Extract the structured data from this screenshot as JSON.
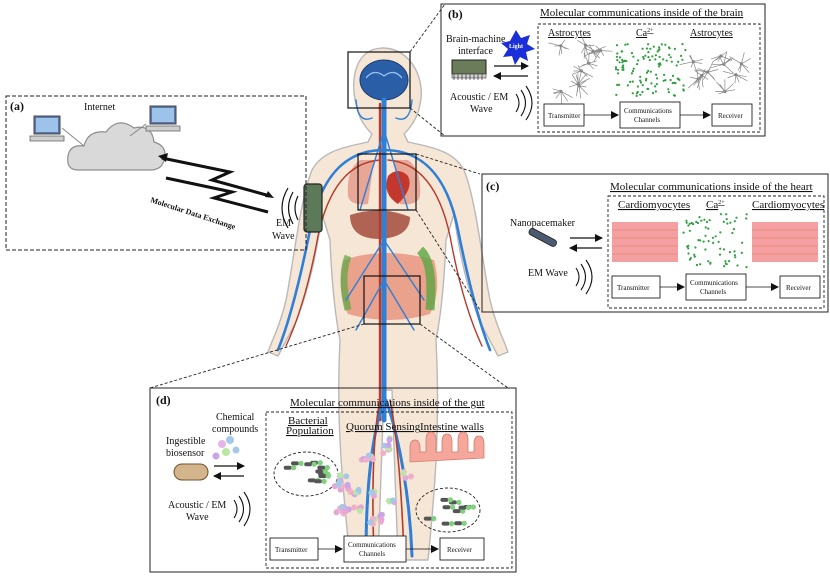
{
  "panels": {
    "a": {
      "tag": "(a)",
      "internet": "Internet",
      "exchange": "Molecular Data Exchange",
      "em1": "EM",
      "em2": "Wave"
    },
    "b": {
      "tag": "(b)",
      "title": "Molecular communications inside of the brain",
      "bmi1": "Brain-machine",
      "bmi2": "interface",
      "light": "Light",
      "wave1": "Acoustic / EM",
      "wave2": "Wave",
      "left_cells": "Astrocytes",
      "signal": "Ca",
      "signal_sup": "2+",
      "right_cells": "Astrocytes",
      "transmitter": "Transmitter",
      "channel1": "Communications",
      "channel2": "Channels",
      "receiver": "Receiver"
    },
    "c": {
      "tag": "(c)",
      "title": "Molecular communications inside of the heart",
      "device": "Nanopacemaker",
      "wave": "EM Wave",
      "left_cells": "Cardiomyocytes",
      "signal": "Ca",
      "signal_sup": "2+",
      "right_cells": "Cardiomyocytes",
      "transmitter": "Transmitter",
      "channel1": "Communications",
      "channel2": "Channels",
      "receiver": "Receiver"
    },
    "d": {
      "tag": "(d)",
      "title": "Molecular communications inside of the gut",
      "chem1": "Chemical",
      "chem2": "compounds",
      "device1": "Ingestible",
      "device2": "biosensor",
      "wave1": "Acoustic / EM",
      "wave2": "Wave",
      "bact1": "Bacterial",
      "bact2": "Population",
      "quorum": "Quorum Sensing",
      "walls": "Intestine walls",
      "transmitter": "Transmitter",
      "channel1": "Communications",
      "channel2": "Channels",
      "receiver": "Receiver"
    }
  },
  "colors": {
    "vessel_blue": "#2f7fd6",
    "artery_red": "#b83a2a",
    "skin": "#f2dcc8",
    "body_outline": "#b9b9b9",
    "device_green": "#5c7a5a",
    "molecule_green": "#2e9e3e",
    "muscle_pink": "#f5a0a0",
    "wall_salmon": "#f4a79a",
    "light_star": "#1b2fd8"
  }
}
